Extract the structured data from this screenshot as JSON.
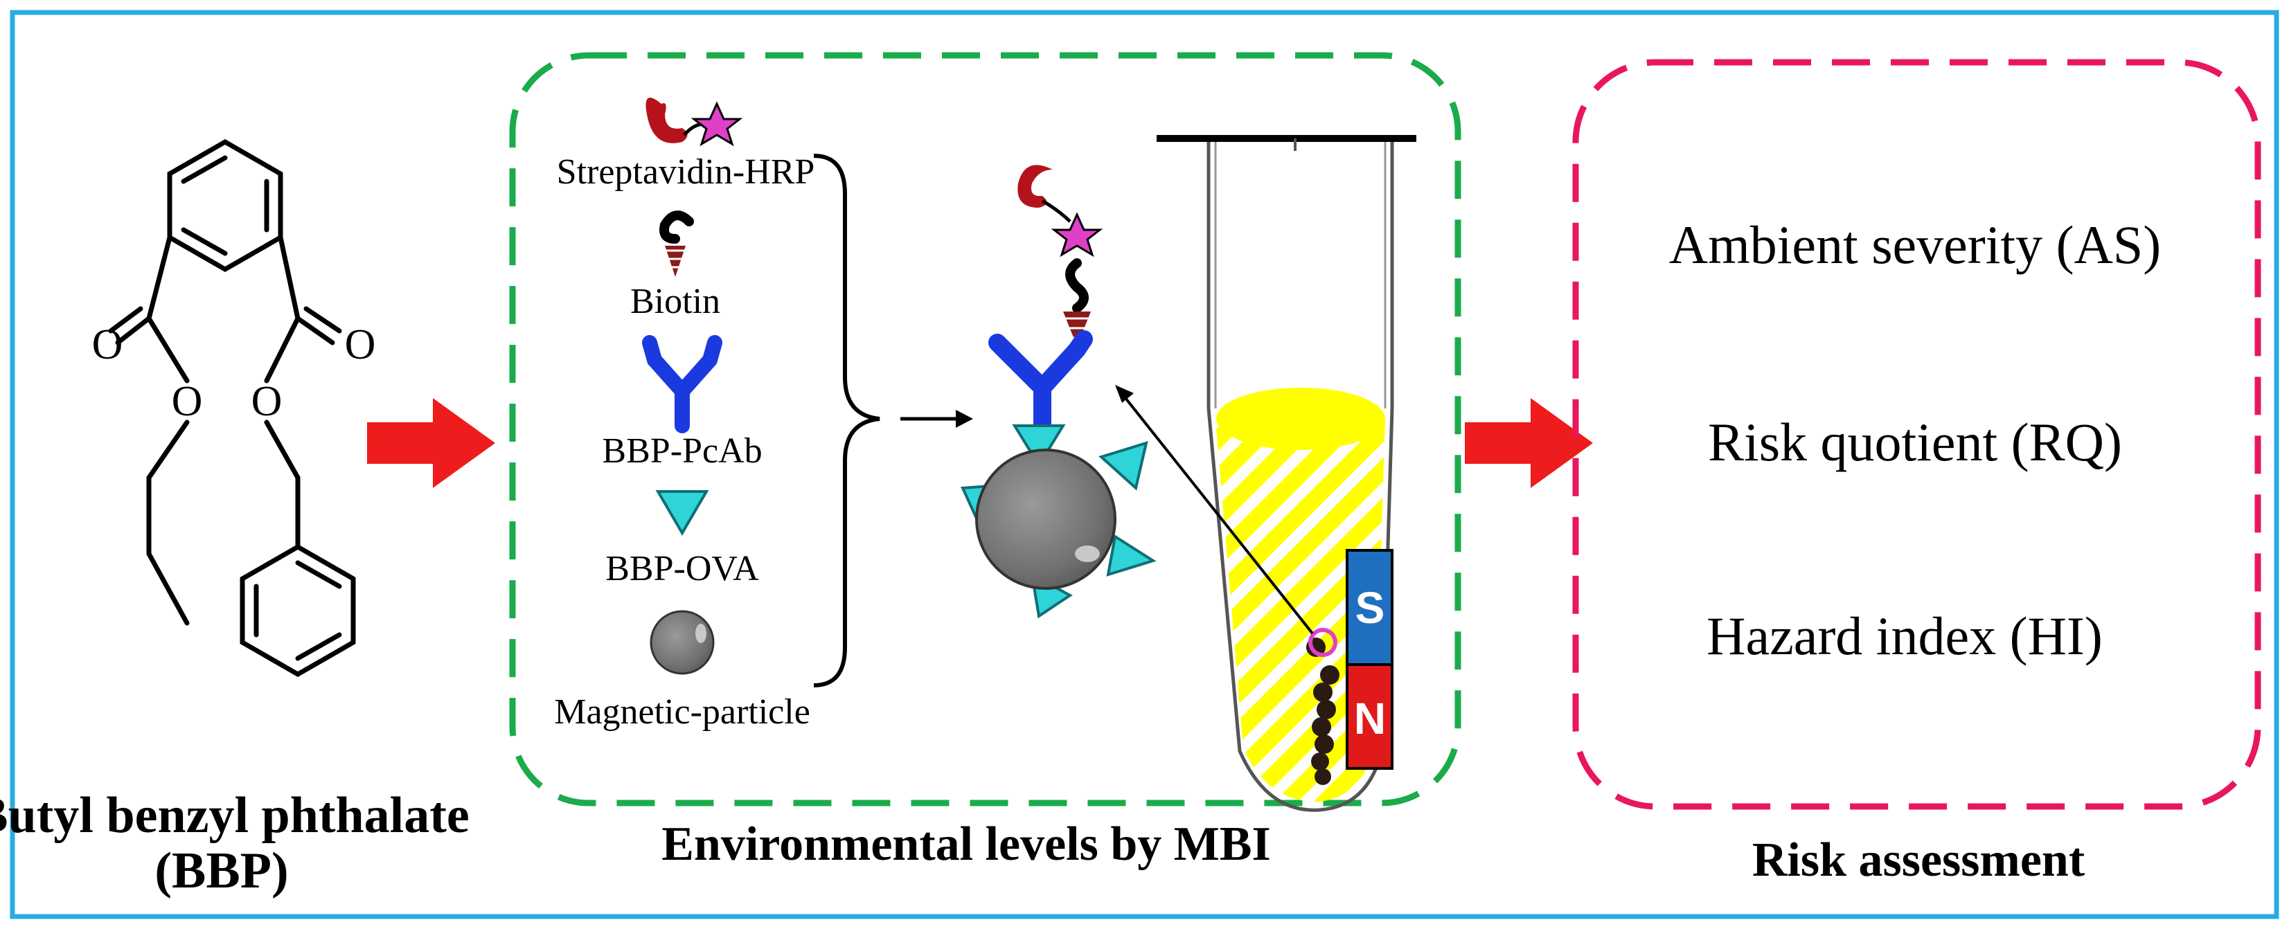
{
  "molecule": {
    "atom_labels": [
      "O",
      "O",
      "O",
      "O"
    ],
    "name_line1": "Butyl benzyl phthalate",
    "name_line2": "(BBP)"
  },
  "panel_mbi": {
    "legend": [
      "Streptavidin-HRP",
      "Biotin",
      "BBP-PcAb",
      "BBP-OVA",
      "Magnetic-particle"
    ],
    "magnet_south": "S",
    "magnet_north": "N",
    "caption": "Environmental levels by MBI"
  },
  "panel_risk": {
    "items": [
      "Ambient severity (AS)",
      "Risk quotient (RQ)",
      "Hazard index (HI)"
    ],
    "caption": "Risk assessment"
  },
  "colors": {
    "outer_border": "#29abe2",
    "mbi_border": "#1aab4b",
    "risk_border": "#e8175d",
    "arrow_fill": "#ee1c1c",
    "antibody": "#1a3ae0",
    "antigen_triangle": "#2fd4d8",
    "tube_liquid": "#ffff00",
    "magnet_s": "#1f6fc1",
    "magnet_n": "#e01a1a",
    "hrp_red": "#b5121b",
    "hrp_star": "#e040c8"
  }
}
